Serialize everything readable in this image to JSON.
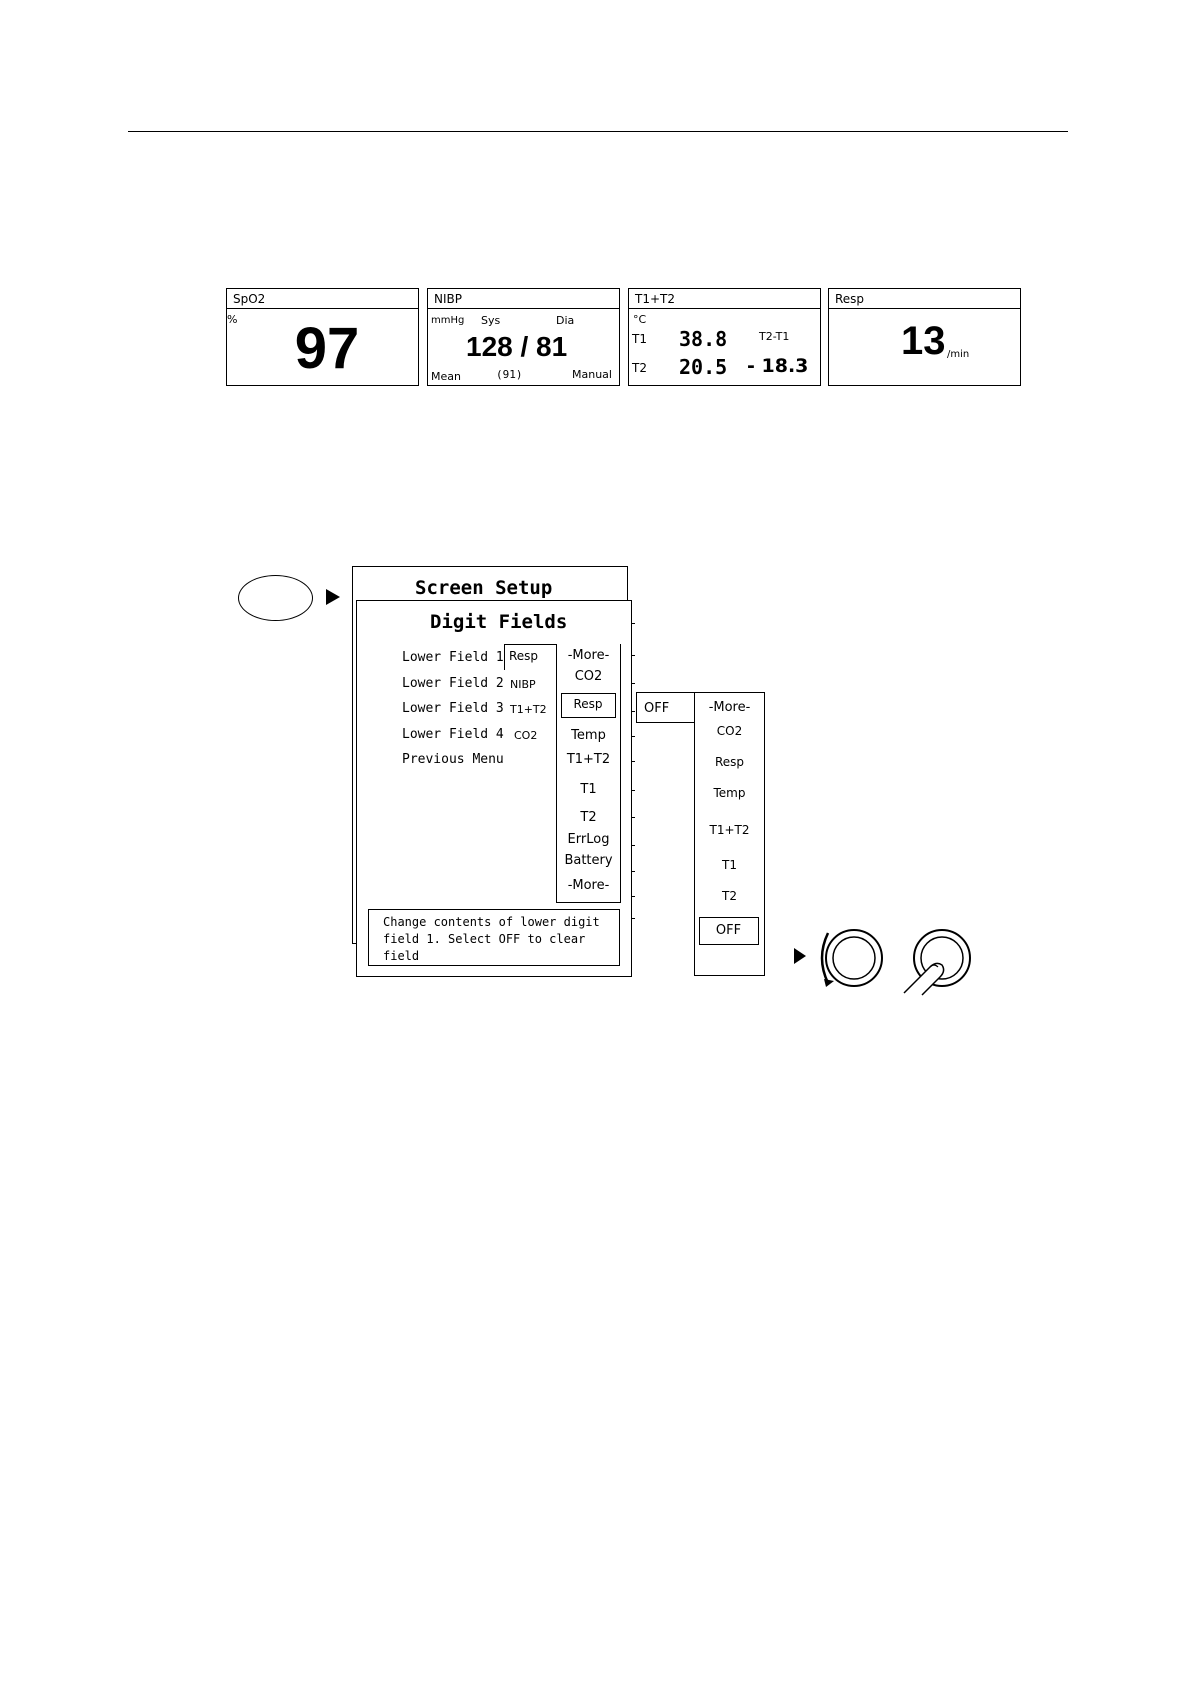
{
  "panels": {
    "spo2": {
      "title": "SpO2",
      "unit": "%",
      "value": "97"
    },
    "nibp": {
      "title": "NIBP",
      "unit": "mmHg",
      "sys_label": "Sys",
      "dia_label": "Dia",
      "value": "128 / 81",
      "mean_label": "Mean",
      "mean_value": "(91)",
      "mode": "Manual"
    },
    "temp": {
      "title": "T1+T2",
      "unit": "°C",
      "t1_label": "T1",
      "t1_value": "38.8",
      "diff_label": "T2-T1",
      "t2_label": "T2",
      "t2_value": "20.5",
      "diff_value": "- 18.3"
    },
    "resp": {
      "title": "Resp",
      "value": "13",
      "unit": "/min"
    }
  },
  "menu": {
    "screen_setup_title": "Screen Setup",
    "digit_fields_title": "Digit Fields",
    "rows": [
      {
        "label": "Lower Field 1",
        "value": "Resp"
      },
      {
        "label": "Lower Field 2",
        "value": "NIBP"
      },
      {
        "label": "Lower Field 3",
        "value": "T1+T2"
      },
      {
        "label": "Lower Field 4",
        "value": "CO2"
      }
    ],
    "previous": "Previous Menu",
    "help": "Change contents of lower digit field 1. Select OFF to clear field",
    "help_lines": [
      "Change contents of lower digit",
      "field 1. Select OFF to clear",
      "field"
    ]
  },
  "list1": {
    "items": [
      "-More-",
      "CO2",
      "Resp",
      "Temp",
      "T1+T2",
      "T1",
      "T2",
      "ErrLog",
      "Battery",
      "-More-"
    ]
  },
  "list2": {
    "current": "OFF",
    "items": [
      "-More-",
      "CO2",
      "Resp",
      "Temp",
      "T1+T2",
      "T1",
      "T2",
      "OFF"
    ]
  },
  "icons": {
    "button": "oval-key-icon",
    "pointer": "triangle-pointer-icon",
    "knob": "rotary-knob-icon",
    "press": "press-knob-icon"
  }
}
